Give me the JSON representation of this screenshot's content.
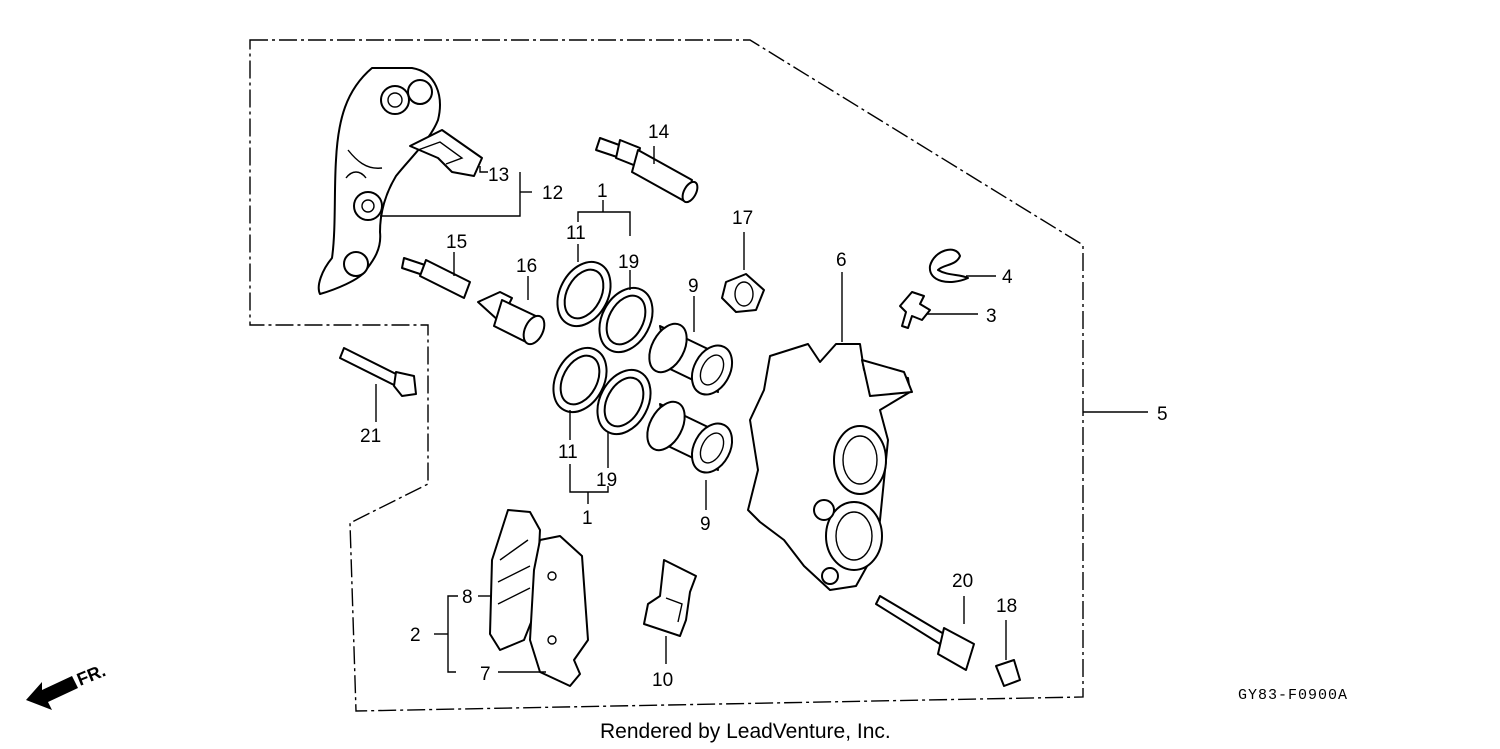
{
  "diagram": {
    "callouts": {
      "c1_top": "1",
      "c1_bottom": "1",
      "c2": "2",
      "c3": "3",
      "c4": "4",
      "c5": "5",
      "c6": "6",
      "c7": "7",
      "c8": "8",
      "c9_top": "9",
      "c9_bottom": "9",
      "c10": "10",
      "c11_top": "11",
      "c11_bottom": "11",
      "c12": "12",
      "c13": "13",
      "c14": "14",
      "c15": "15",
      "c16": "16",
      "c17": "17",
      "c18": "18",
      "c19_top": "19",
      "c19_bottom": "19",
      "c20": "20",
      "c21": "21"
    },
    "direction_label": "FR.",
    "diagram_code": "GY83-F0900A",
    "credit": "Rendered by LeadVenture, Inc."
  }
}
